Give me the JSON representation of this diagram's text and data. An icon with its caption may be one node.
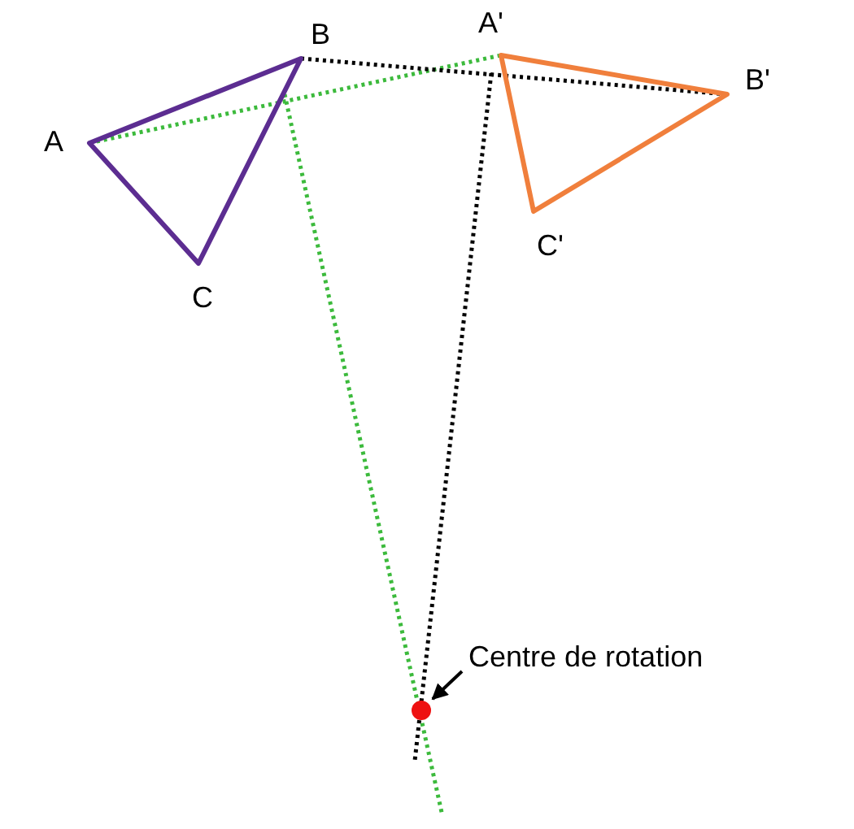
{
  "diagram": {
    "nodes": [
      {
        "text": [
          "Centre de rotation"
        ]
      },
      {
        "text": [],
        "shape": "circle"
      }
    ],
    "edges": [
      {
        "from": 0,
        "to": 1,
        "arrow": "to"
      }
    ],
    "labels": [
      "B",
      "A'",
      "B'",
      "A",
      "C",
      "C'"
    ]
  }
}
